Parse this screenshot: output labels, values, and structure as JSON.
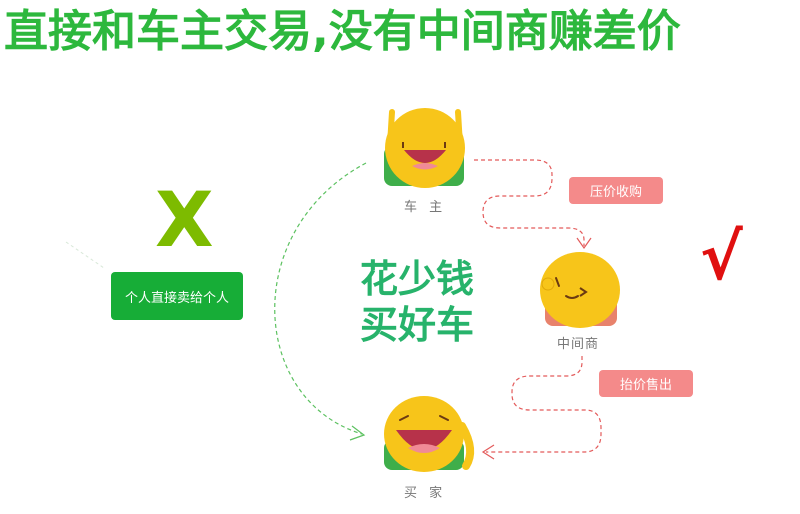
{
  "headline": "直接和车主交易,没有中间商赚差价",
  "left_option": {
    "mark": "X",
    "button_label": "个人直接卖给个人"
  },
  "right_option": {
    "mark": "√"
  },
  "slogan": {
    "line1": "花少钱",
    "line2": "买好车"
  },
  "nodes": {
    "owner": "车 主",
    "middleman": "中间商",
    "buyer": "买 家"
  },
  "tags": {
    "press_price": "压价收购",
    "raise_price": "抬价售出"
  },
  "colors": {
    "headline": "#2db83d",
    "x_mark": "#7dbb00",
    "check_mark": "#e01010",
    "button": "#17ad37",
    "slogan": "#27b36b",
    "pill": "#f48a8a",
    "dash_green": "#5cc160",
    "dash_red": "#e35a5a",
    "face": "#f7c51a"
  },
  "icons": [
    "owner-mascot-icon",
    "middleman-mascot-icon",
    "buyer-mascot-icon"
  ]
}
